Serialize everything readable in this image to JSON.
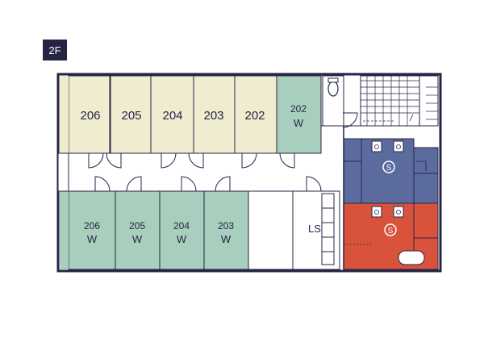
{
  "floor": "2F",
  "colors": {
    "outline": "#262445",
    "female_room": "#efeccf",
    "women_room": "#a8cebd",
    "blue_zone": "#5c6b9e",
    "red_zone": "#d9533c"
  },
  "rooms_top": [
    {
      "label": "206",
      "type": "room"
    },
    {
      "label": "205",
      "type": "room"
    },
    {
      "label": "204",
      "type": "room"
    },
    {
      "label": "203",
      "type": "room"
    },
    {
      "label": "202",
      "type": "room"
    },
    {
      "label": "202",
      "sub": "W",
      "type": "women"
    }
  ],
  "rooms_bottom": [
    {
      "label": "206",
      "sub": "W",
      "type": "women"
    },
    {
      "label": "205",
      "sub": "W",
      "type": "women"
    },
    {
      "label": "204",
      "sub": "W",
      "type": "women"
    },
    {
      "label": "203",
      "sub": "W",
      "type": "women"
    }
  ],
  "locker": {
    "label": "LS"
  },
  "shower_symbol": "S",
  "icons": [
    "toilet-icon",
    "sink-icon",
    "shower-icon",
    "stairs-icon"
  ]
}
